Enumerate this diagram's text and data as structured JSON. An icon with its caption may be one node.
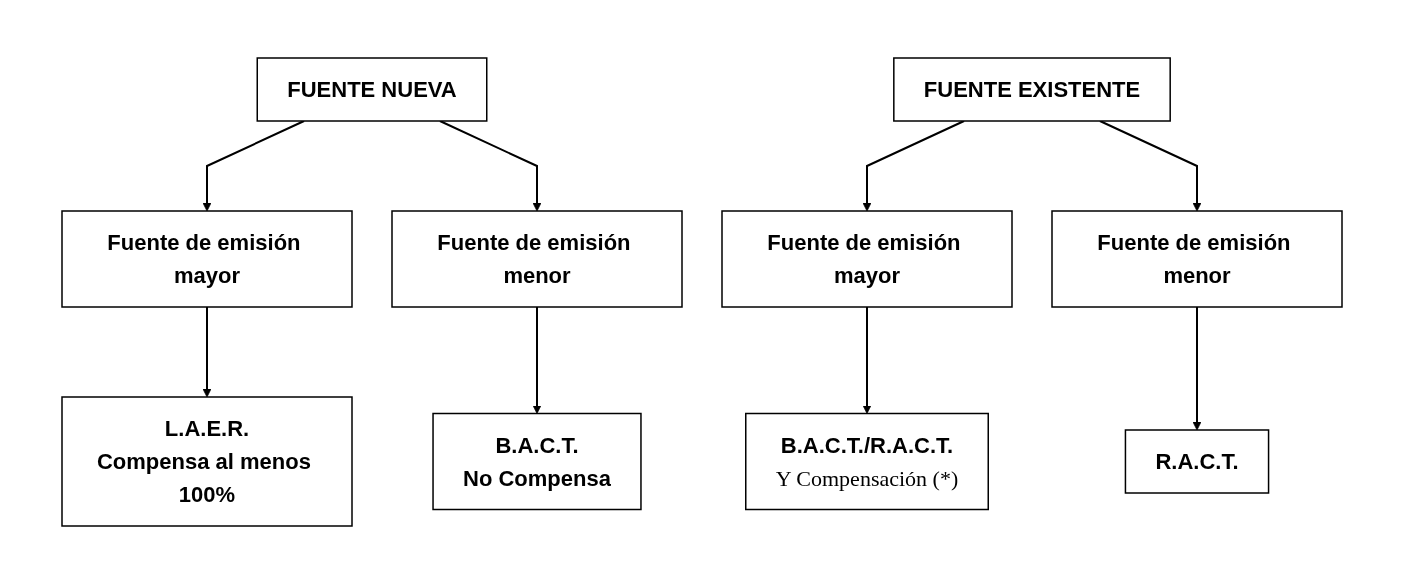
{
  "diagram": {
    "nodes": [
      {
        "text": [
          "FUENTE NUEVA"
        ]
      },
      {
        "text": [
          "FUENTE EXISTENTE"
        ]
      },
      {
        "text": [
          "Fuente de emisión mayor"
        ]
      },
      {
        "text": [
          "Fuente de emisión menor"
        ]
      },
      {
        "text": [
          "Fuente de emisión mayor"
        ]
      },
      {
        "text": [
          "Fuente de emisión menor"
        ]
      },
      {
        "text": [
          "L.A.E.R.",
          "Compensa al menos 100%"
        ]
      },
      {
        "text": [
          "B.A.C.T.",
          "No Compensa"
        ]
      },
      {
        "text": [
          "B.A.C.T./R.A.C.T.",
          "Y Compensación (*)"
        ]
      },
      {
        "text": [
          "R.A.C.T."
        ]
      }
    ],
    "edges": [
      {
        "from": 0,
        "to": 2,
        "arrow": "to"
      },
      {
        "from": 0,
        "to": 3,
        "arrow": "to"
      },
      {
        "from": 1,
        "to": 4,
        "arrow": "to"
      },
      {
        "from": 1,
        "to": 5,
        "arrow": "to"
      },
      {
        "from": 2,
        "to": 6,
        "arrow": "to"
      },
      {
        "from": 3,
        "to": 7,
        "arrow": "to"
      },
      {
        "from": 4,
        "to": 8,
        "arrow": "to"
      },
      {
        "from": 5,
        "to": 9,
        "arrow": "to"
      }
    ]
  }
}
